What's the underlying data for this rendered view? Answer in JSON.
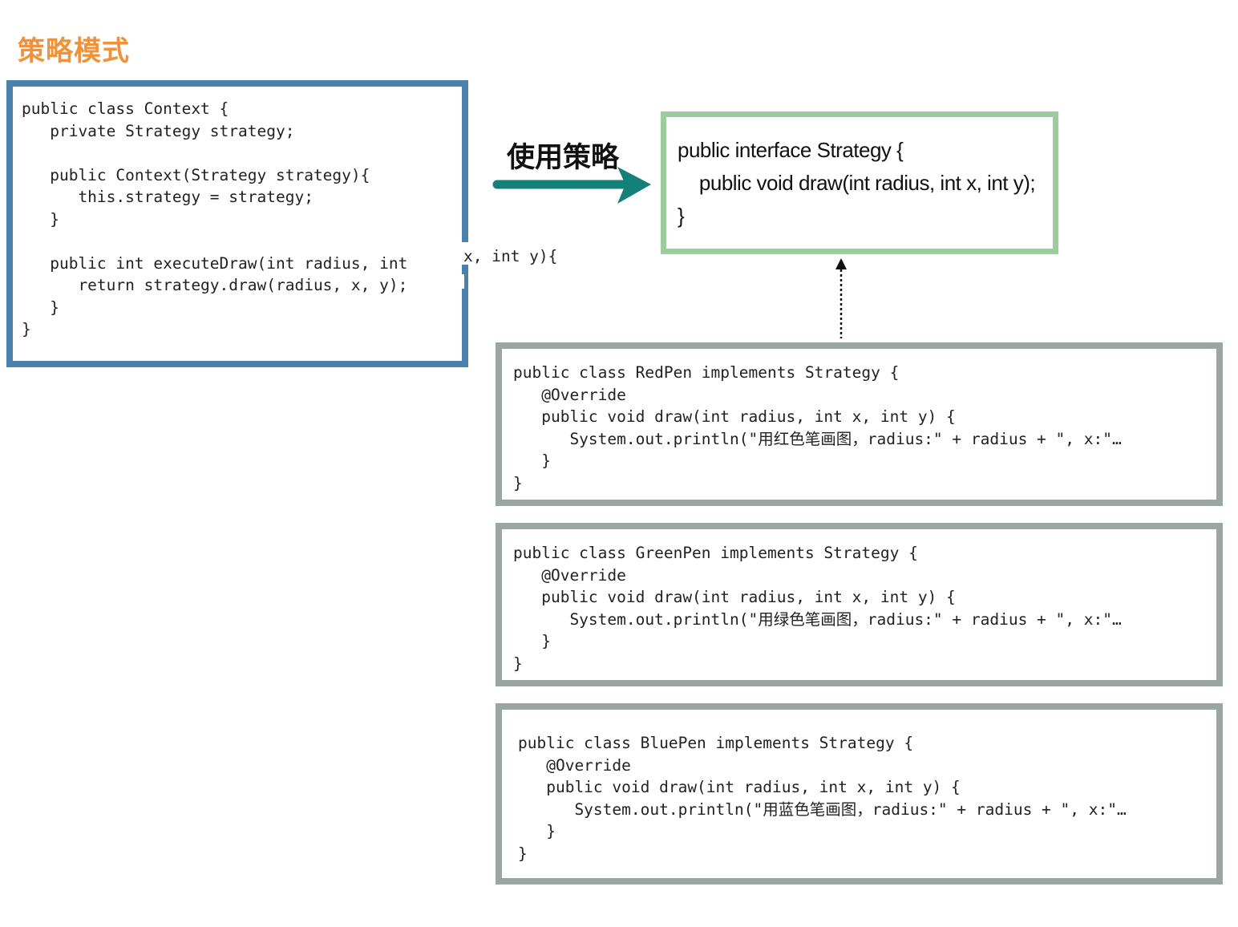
{
  "title": "策略模式",
  "colors": {
    "title": "#f0923a",
    "context_border": "#4a80ac",
    "interface_border": "#9ccb9e",
    "impl_border": "#9aa6a4",
    "arrow": "#13807a"
  },
  "arrow_label": "使用策略",
  "context_code": "public class Context {\n   private Strategy strategy;\n\n   public Context(Strategy strategy){\n      this.strategy = strategy;\n   }\n\n   public int executeDraw(int radius, int\n      return strategy.draw(radius, x, y);\n   }\n}",
  "context_overflow": "x, int y){",
  "interface_lines": [
    "public interface Strategy {",
    "    public void draw(int radius, int x, int y);",
    "}"
  ],
  "red_code": "public class RedPen implements Strategy {\n   @Override\n   public void draw(int radius, int x, int y) {\n      System.out.println(\"用红色笔画图，radius:\" + radius + \", x:\"…\n   }\n}",
  "green_code": "public class GreenPen implements Strategy {\n   @Override\n   public void draw(int radius, int x, int y) {\n      System.out.println(\"用绿色笔画图，radius:\" + radius + \", x:\"…\n   }\n}",
  "blue_code": "public class BluePen implements Strategy {\n   @Override\n   public void draw(int radius, int x, int y) {\n      System.out.println(\"用蓝色笔画图，radius:\" + radius + \", x:\"…\n   }\n}"
}
